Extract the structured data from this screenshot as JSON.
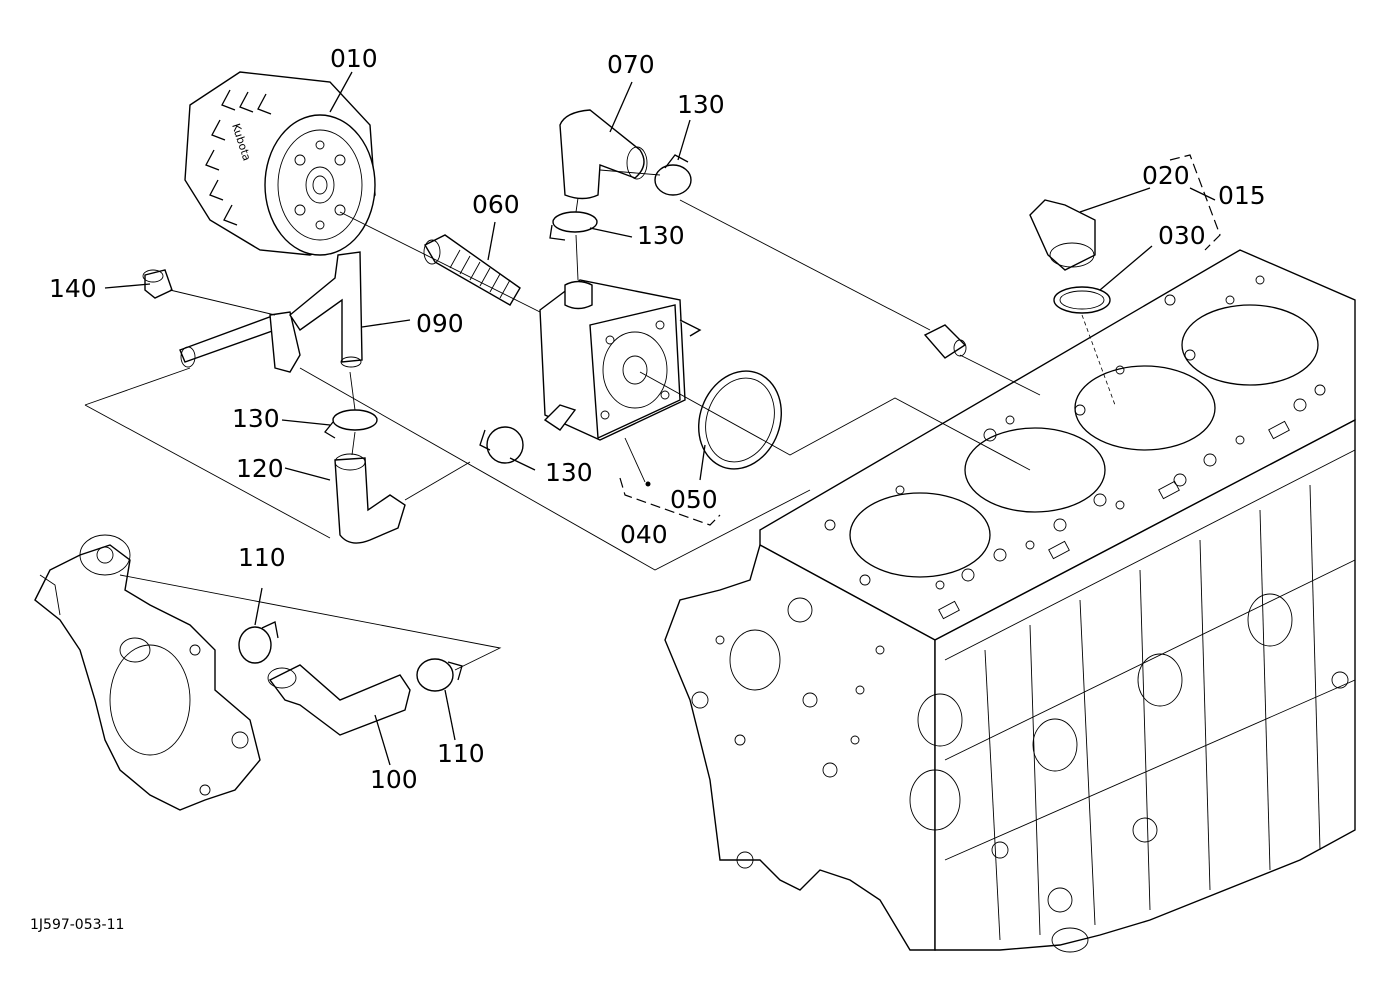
{
  "diagram": {
    "drawing_code": "1J597-053-11",
    "parts": [
      {
        "id": "010"
      },
      {
        "id": "015"
      },
      {
        "id": "020"
      },
      {
        "id": "030"
      },
      {
        "id": "040"
      },
      {
        "id": "050"
      },
      {
        "id": "060"
      },
      {
        "id": "070"
      },
      {
        "id": "090"
      },
      {
        "id": "100"
      },
      {
        "id": "110"
      },
      {
        "id": "120"
      },
      {
        "id": "130"
      },
      {
        "id": "140"
      }
    ],
    "filter_brand": "Kubota"
  }
}
